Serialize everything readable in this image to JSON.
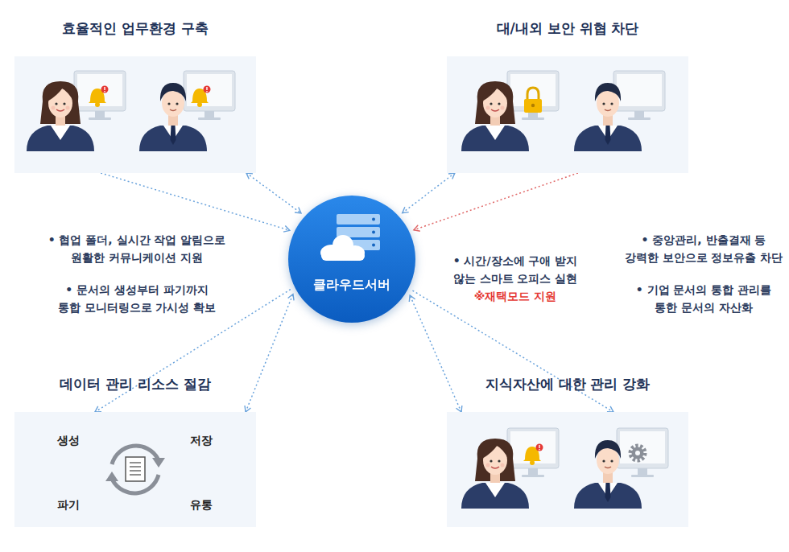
{
  "diagram": {
    "nodes": [
      {
        "text": [
          "효율적인 업무환경 구축"
        ]
      },
      {
        "text": [
          "대/내외 보안 위협 차단"
        ]
      },
      {
        "text": [
          "클라우드서버"
        ]
      },
      {
        "text": [
          "데이터 관리 리소스 절감",
          "생성",
          "저장",
          "파기",
          "유통"
        ]
      },
      {
        "text": [
          "지식자산에 대한 관리 강화"
        ]
      }
    ],
    "edges": [
      {
        "from": 0,
        "to": 2,
        "arrow": "both"
      },
      {
        "from": 0,
        "to": 2,
        "arrow": "to"
      },
      {
        "from": 1,
        "to": 2,
        "arrow": "both"
      },
      {
        "from": 1,
        "to": 2,
        "arrow": "to"
      },
      {
        "from": 3,
        "to": 2,
        "arrow": "both"
      },
      {
        "from": 2,
        "to": 3,
        "arrow": "to"
      },
      {
        "from": 4,
        "to": 2,
        "arrow": "both"
      },
      {
        "from": 2,
        "to": 4,
        "arrow": "to"
      }
    ],
    "labels": [
      "• 협업 폴더, 실시간 작업 알림으로 원활한 커뮤니케이션 지원",
      "• 문서의 생성부터 파기까지 통합 모니터링으로 가시성 확보",
      "• 시간/장소에 구애 받지 않는 스마트 오피스 실현",
      "※재택모드 지원",
      "• 중앙관리, 반출결재 등 강력한 보안으로 정보유출 차단",
      "• 기업 문서의 통합 관리를 통한 문서의 자산화"
    ]
  }
}
